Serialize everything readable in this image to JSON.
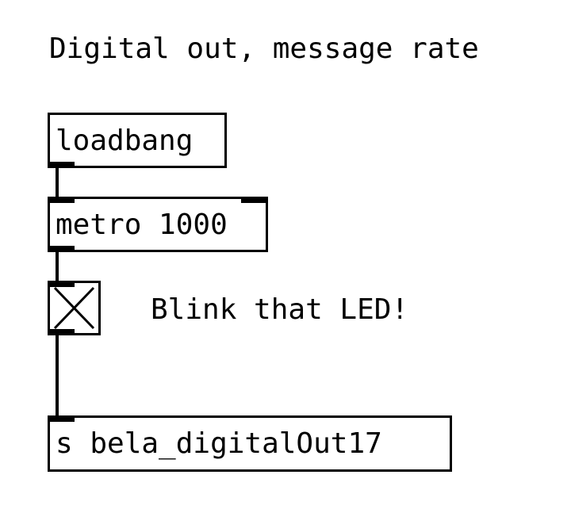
{
  "patch": {
    "title_comment": "Digital out, message rate",
    "led_comment": "Blink that LED!"
  },
  "objects": {
    "loadbang": "loadbang",
    "metro": "metro 1000",
    "send": "s bela_digitalOut17"
  },
  "toggle": {
    "checked": true
  }
}
